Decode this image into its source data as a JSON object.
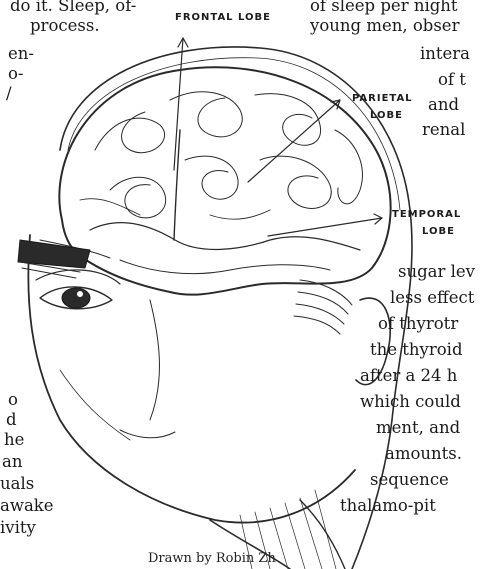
{
  "left_column": [
    "do it. Sleep, of-",
    "process.",
    "en-",
    "o-",
    "/",
    "o",
    "d",
    "he",
    "an",
    "uals",
    "awake",
    "ivity"
  ],
  "right_column": [
    "of sleep per night",
    "young men, obser",
    "intera",
    "of t",
    "and",
    "renal",
    "sugar lev",
    "less effect",
    "of thyrotr",
    "the thyroid",
    "after a 24 h",
    "which could",
    "ment, and",
    "amounts.",
    "sequence",
    "thalamo-pit"
  ],
  "labels": {
    "frontal": "FRONTAL LOBE",
    "parietal_1": "PARIETAL",
    "parietal_2": "LOBE",
    "temporal_1": "TEMPORAL",
    "temporal_2": "LOBE"
  },
  "caption": "Drawn by Robin Zh"
}
